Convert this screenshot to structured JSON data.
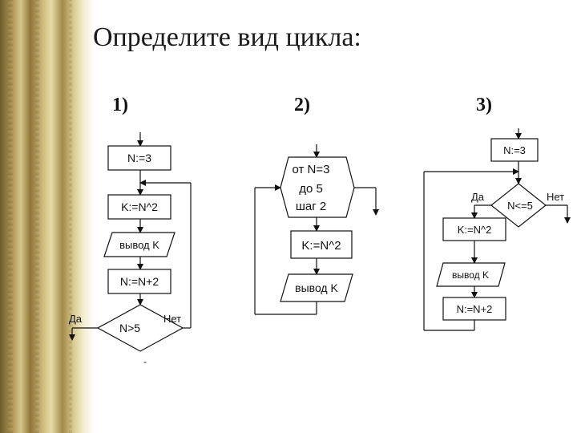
{
  "title": "Определите вид цикла:",
  "diagrams": [
    {
      "number": "1)",
      "blocks": [
        "N:=3",
        "K:=N^2",
        "вывод K",
        "N:=N+2",
        "N>5"
      ],
      "branch_yes": "Да",
      "branch_no": "Нет"
    },
    {
      "number": "2)",
      "loop_header": [
        "от N=3",
        "до 5",
        "шаг 2"
      ],
      "blocks": [
        "K:=N^2",
        "вывод K"
      ]
    },
    {
      "number": "3)",
      "blocks": [
        "N:=3",
        "N<=5",
        "K:=N^2",
        "вывод K",
        "N:=N+2"
      ],
      "branch_yes": "Да",
      "branch_no": "Нет"
    }
  ]
}
